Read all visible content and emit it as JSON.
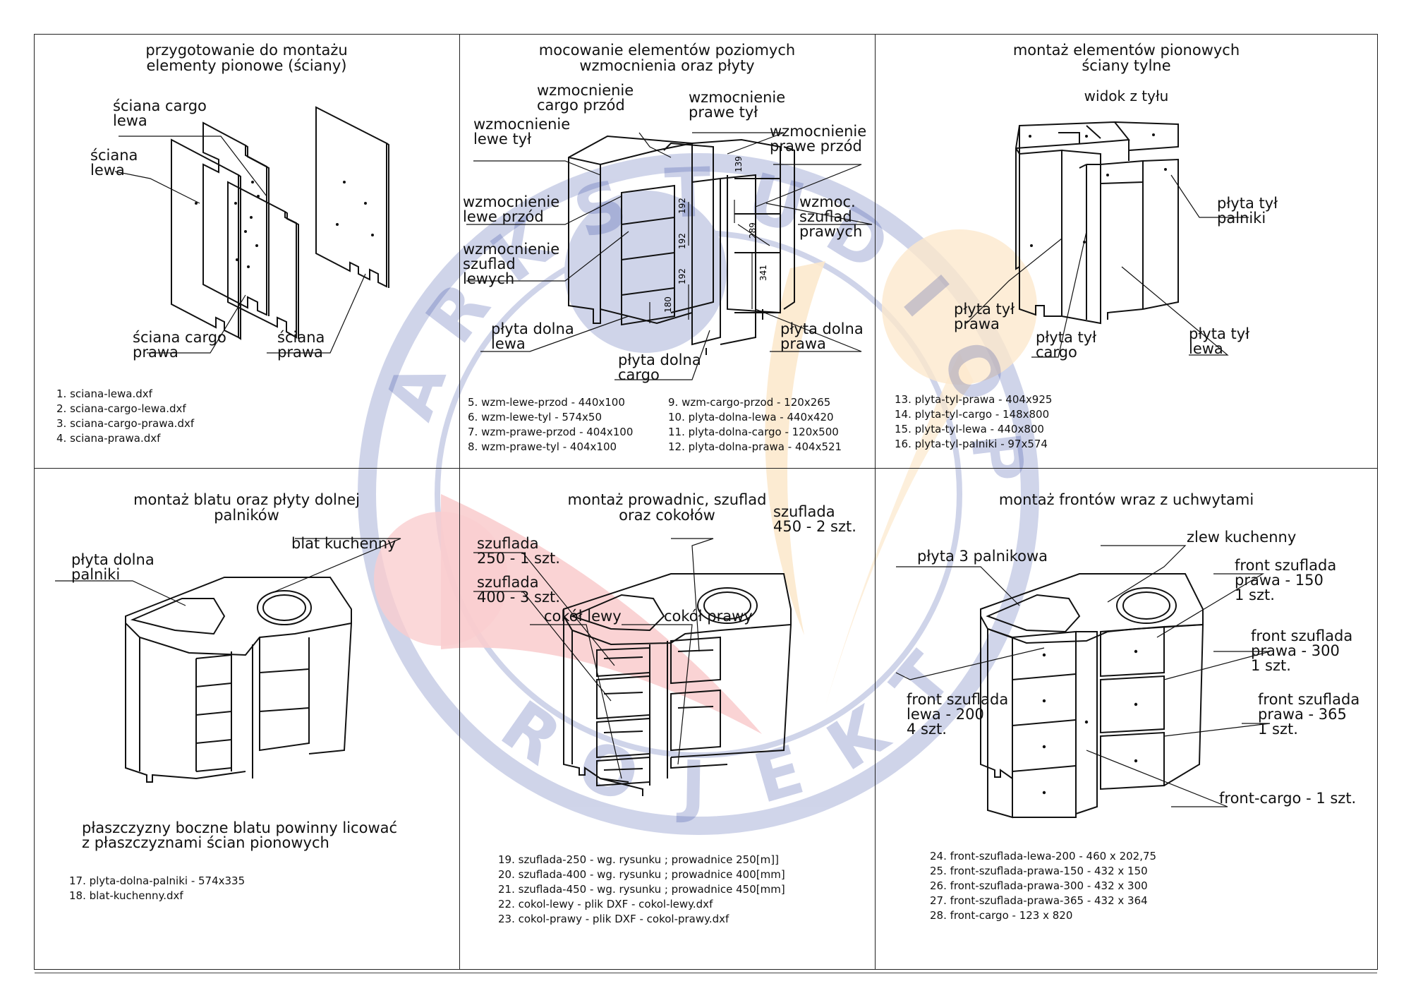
{
  "watermark": {
    "ring_text": [
      "A",
      "R",
      "K",
      "S",
      "T",
      "U",
      "D",
      "I",
      "O",
      "P",
      "R",
      "O",
      "J",
      "E",
      "K",
      "T"
    ],
    "colors": {
      "ring": "#2b3f9e",
      "red": "#e8222a",
      "orange": "#f39a1e"
    }
  },
  "panels": [
    {
      "id": "p1",
      "title": [
        "przygotowanie do montażu",
        "elementy pionowe (ściany)"
      ],
      "labels": [
        {
          "lines": [
            "ściana cargo",
            "lewa"
          ]
        },
        {
          "lines": [
            "ściana",
            "lewa"
          ]
        },
        {
          "lines": [
            "ściana cargo",
            "prawa"
          ]
        },
        {
          "lines": [
            "ściana",
            "prawa"
          ]
        }
      ],
      "list": [
        "1. sciana-lewa.dxf",
        "2. sciana-cargo-lewa.dxf",
        "3. sciana-cargo-prawa.dxf",
        "4. sciana-prawa.dxf"
      ]
    },
    {
      "id": "p2",
      "title": [
        "mocowanie elementów poziomych",
        "wzmocnienia oraz płyty"
      ],
      "labels": [
        {
          "lines": [
            "wzmocnienie",
            "cargo przód"
          ]
        },
        {
          "lines": [
            "wzmocnienie",
            "prawe tył"
          ]
        },
        {
          "lines": [
            "wzmocnienie",
            "lewe tył"
          ]
        },
        {
          "lines": [
            "wzmocnienie",
            "prawe przód"
          ]
        },
        {
          "lines": [
            "wzmocnienie",
            "lewe przód"
          ]
        },
        {
          "lines": [
            "wzmoc.",
            "szuflad",
            "prawych"
          ]
        },
        {
          "lines": [
            "wzmocnienie",
            "szuflad",
            "lewych"
          ]
        },
        {
          "lines": [
            "płyta dolna",
            "lewa"
          ]
        },
        {
          "lines": [
            "płyta dolna",
            "prawa"
          ]
        },
        {
          "lines": [
            "płyta dolna",
            "cargo"
          ]
        }
      ],
      "dims": [
        "139",
        "192",
        "192",
        "192",
        "180",
        "289",
        "341"
      ],
      "list_left": [
        "5. wzm-lewe-przod - 440x100",
        "6. wzm-lewe-tyl - 574x50",
        "7. wzm-prawe-przod - 404x100",
        "8. wzm-prawe-tyl - 404x100"
      ],
      "list_right": [
        "9. wzm-cargo-przod - 120x265",
        "10. plyta-dolna-lewa - 440x420",
        "11. plyta-dolna-cargo - 120x500",
        "12. plyta-dolna-prawa - 404x521"
      ]
    },
    {
      "id": "p3",
      "title": [
        "montaż elementów pionowych",
        "ściany tylne"
      ],
      "subtitle": "widok z tyłu",
      "labels": [
        {
          "lines": [
            "płyta tył",
            "palniki"
          ]
        },
        {
          "lines": [
            "płyta tył",
            "prawa"
          ]
        },
        {
          "lines": [
            "płyta tył",
            "cargo"
          ]
        },
        {
          "lines": [
            "płyta tył",
            "lewa"
          ]
        }
      ],
      "list": [
        "13. plyta-tyl-prawa - 404x925",
        "14. plyta-tyl-cargo - 148x800",
        "15. plyta-tyl-lewa - 440x800",
        "16. plyta-tyl-palniki - 97x574"
      ]
    },
    {
      "id": "p4",
      "title": [
        "montaż blatu oraz płyty dolnej",
        "palników"
      ],
      "labels": [
        {
          "lines": [
            "płyta dolna",
            "palniki"
          ]
        },
        {
          "lines": [
            "blat kuchenny"
          ]
        }
      ],
      "note": [
        "płaszczyzny boczne blatu powinny licować",
        "z płaszczyznami ścian pionowych"
      ],
      "list": [
        "17. plyta-dolna-palniki - 574x335",
        "18. blat-kuchenny.dxf"
      ]
    },
    {
      "id": "p5",
      "title": [
        "montaż prowadnic, szuflad",
        "oraz cokołów"
      ],
      "labels": [
        {
          "lines": [
            "szuflada",
            "450 - 2 szt."
          ]
        },
        {
          "lines": [
            "szuflada",
            "250 - 1 szt."
          ]
        },
        {
          "lines": [
            "szuflada",
            "400 - 3 szt."
          ]
        },
        {
          "lines": [
            "cokół lewy"
          ]
        },
        {
          "lines": [
            "cokół prawy"
          ]
        }
      ],
      "list": [
        "19. szuflada-250 - wg. rysunku  ; prowadnice 250[m]]",
        "20. szuflada-400 - wg. rysunku  ; prowadnice 400[mm]",
        "21. szuflada-450 - wg. rysunku  ; prowadnice 450[mm]",
        "22. cokol-lewy - plik DXF - cokol-lewy.dxf",
        "23. cokol-prawy - plik DXF - cokol-prawy.dxf"
      ]
    },
    {
      "id": "p6",
      "title": [
        "montaż frontów wraz z uchwytami"
      ],
      "labels": [
        {
          "lines": [
            "płyta 3 palnikowa"
          ]
        },
        {
          "lines": [
            "zlew kuchenny"
          ]
        },
        {
          "lines": [
            "front szuflada",
            "prawa - 150",
            "1 szt."
          ]
        },
        {
          "lines": [
            "front szuflada",
            "prawa - 300",
            "1 szt."
          ]
        },
        {
          "lines": [
            "front szuflada",
            "lewa - 200",
            "4 szt."
          ]
        },
        {
          "lines": [
            "front szuflada",
            "prawa - 365",
            "1 szt."
          ]
        },
        {
          "lines": [
            "front-cargo - 1 szt."
          ]
        }
      ],
      "list": [
        "24. front-szuflada-lewa-200 - 460 x 202,75",
        "25. front-szuflada-prawa-150 - 432 x 150",
        "26. front-szuflada-prawa-300 - 432 x 300",
        "27. front-szuflada-prawa-365 - 432 x 364",
        "28. front-cargo - 123 x 820"
      ]
    }
  ]
}
